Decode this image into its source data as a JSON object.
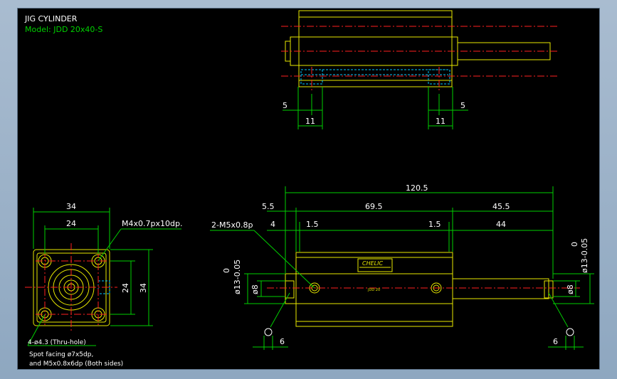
{
  "header": {
    "title": "JIG CYLINDER",
    "model": "Model: JDD 20x40-S"
  },
  "top_view": {
    "dim_left_small": "5",
    "dim_right_small": "5",
    "dim_left_11": "11",
    "dim_right_11": "11"
  },
  "end_view": {
    "dim_34_top": "34",
    "dim_24_top": "24",
    "dim_24_side": "24",
    "dim_34_side": "34",
    "note_tap": "M4x0.7px10dp.",
    "note_holes": "4-ø4.3 (Thru-hole)",
    "note_spot1": "Spot facing ø7x5dp,",
    "note_spot2": "and M5x0.8x6dp (Both sides)"
  },
  "side_view": {
    "dim_total": "120.5",
    "dim_55": "5.5",
    "dim_695": "69.5",
    "dim_455": "45.5",
    "dim_4": "4",
    "dim_15a": "1.5",
    "dim_15b": "1.5",
    "dim_44": "44",
    "note_port": "2-M5x0.8p",
    "dim_dia13_left_a": "0",
    "dim_dia13_left_b": "ø13-0.05",
    "dim_dia8_left": "ø8",
    "dim_dia13_right_a": "0",
    "dim_dia13_right_b": "ø13-0.05",
    "dim_dia8_right": "ø8",
    "dim_6_left": "6",
    "dim_6_right": "6",
    "label_brand": "CHELIC",
    "label_model": "JDD 20"
  }
}
